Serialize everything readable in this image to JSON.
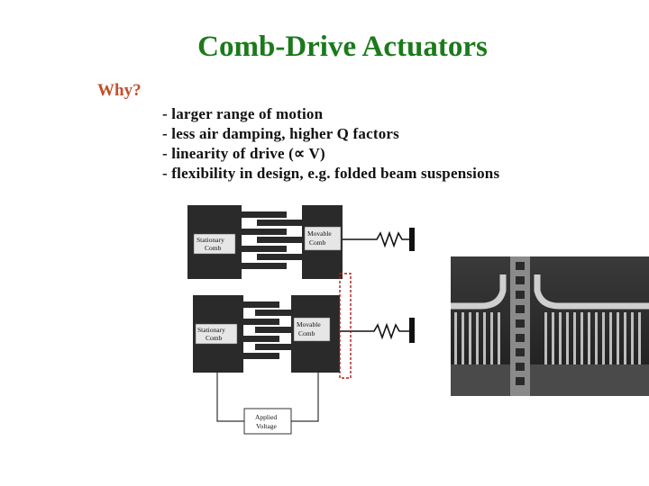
{
  "slide": {
    "title": "Comb-Drive Actuators",
    "subtitle": "Why?",
    "bullets": [
      "- larger range of motion",
      "- less air damping, higher Q factors",
      "- linearity of drive (∝ V)",
      "- flexibility in design, e.g. folded beam suspensions"
    ]
  },
  "diagram": {
    "top": {
      "stationary_label_1": "Stationary",
      "stationary_label_2": "Comb",
      "movable_label_1": "Movable",
      "movable_label_2": "Comb"
    },
    "bottom": {
      "stationary_label_1": "Stationary",
      "stationary_label_2": "Comb",
      "movable_label_1": "Movable",
      "movable_label_2": "Comb"
    },
    "source_label_1": "Applied",
    "source_label_2": "Voltage"
  },
  "colors": {
    "title": "#1b7a1b",
    "subtitle": "#c0502a",
    "highlight_dash": "#b01a1a"
  }
}
